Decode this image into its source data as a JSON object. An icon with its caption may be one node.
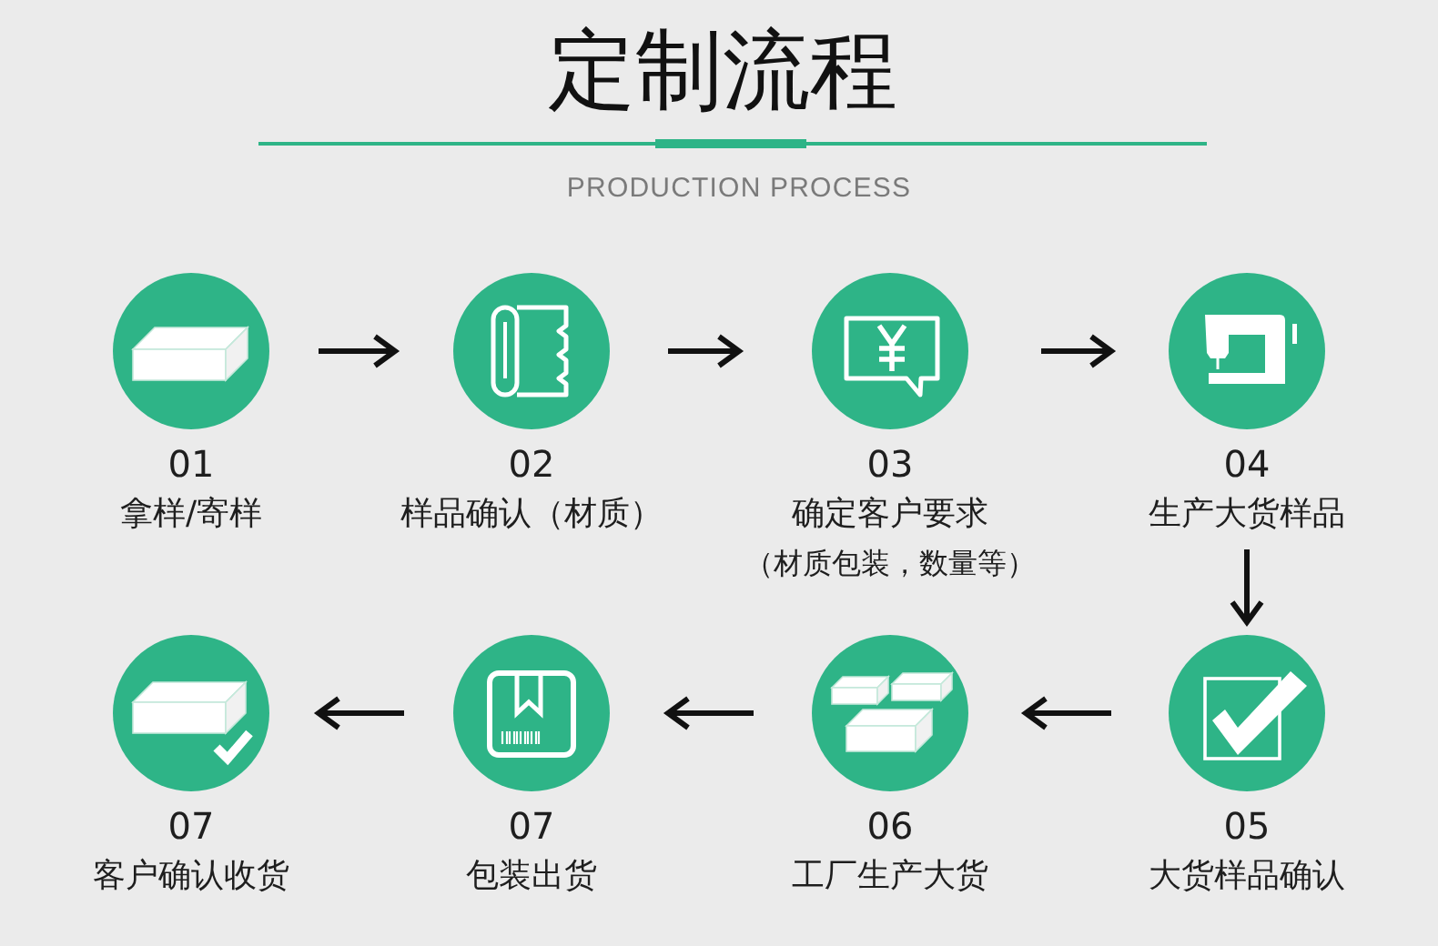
{
  "diagram": {
    "title": "定制流程",
    "labels": [
      "PRODUCTION PROCESS"
    ],
    "nodes": [
      {
        "text": [
          "01",
          "拿样/寄样"
        ]
      },
      {
        "text": [
          "02",
          "样品确认（材质）"
        ]
      },
      {
        "text": [
          "03",
          "确定客户要求",
          "（材质包装，数量等）"
        ]
      },
      {
        "text": [
          "04",
          "生产大货样品"
        ]
      },
      {
        "text": [
          "07",
          "客户确认收货"
        ]
      },
      {
        "text": [
          "07",
          "包装出货"
        ]
      },
      {
        "text": [
          "06",
          "工厂生产大货"
        ]
      },
      {
        "text": [
          "05",
          "大货样品确认"
        ]
      }
    ],
    "edges": [
      {
        "from": 0,
        "to": 1,
        "arrow": "to"
      },
      {
        "from": 1,
        "to": 2,
        "arrow": "to"
      },
      {
        "from": 2,
        "to": 3,
        "arrow": "to"
      },
      {
        "from": 3,
        "to": 7,
        "arrow": "to"
      },
      {
        "from": 7,
        "to": 6,
        "arrow": "to"
      },
      {
        "from": 6,
        "to": 5,
        "arrow": "to"
      },
      {
        "from": 5,
        "to": 4,
        "arrow": "to"
      }
    ]
  }
}
